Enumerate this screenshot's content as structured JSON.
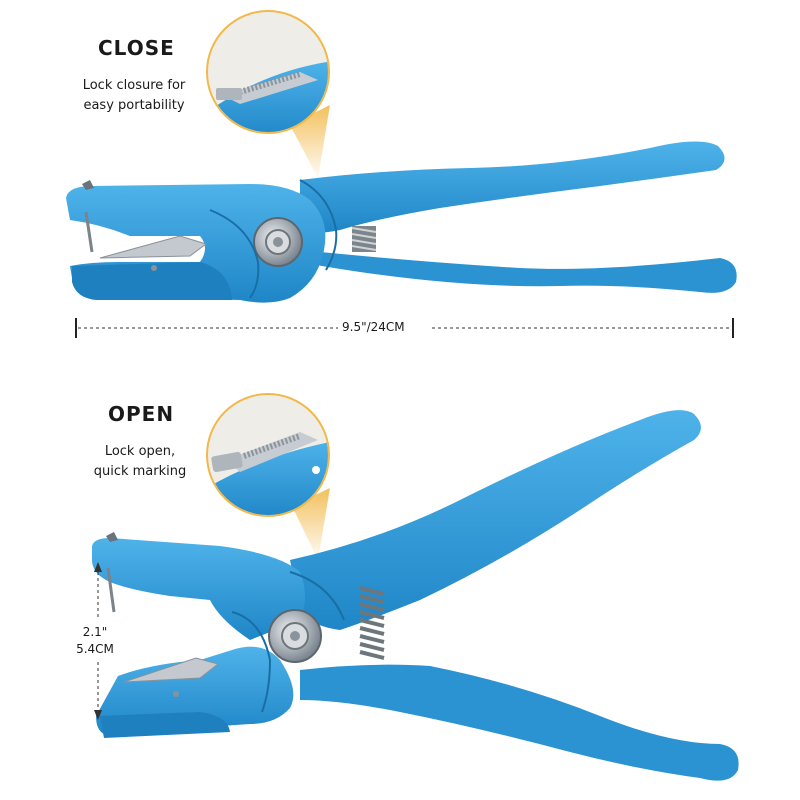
{
  "close_section": {
    "heading": "CLOSE",
    "caption_line1": "Lock closure for",
    "caption_line2": "easy portability",
    "length_label": "9.5\"/24CM"
  },
  "open_section": {
    "heading": "OPEN",
    "caption_line1": "Lock open,",
    "caption_line2": "quick marking",
    "gap_label_line1": "2.1\"",
    "gap_label_line2": "5.4CM"
  },
  "colors": {
    "tool_blue": "#2e9bd8",
    "tool_blue_dark": "#1a79b8",
    "callout_gold": "#f2b94a",
    "metal": "#9aa3ab"
  }
}
